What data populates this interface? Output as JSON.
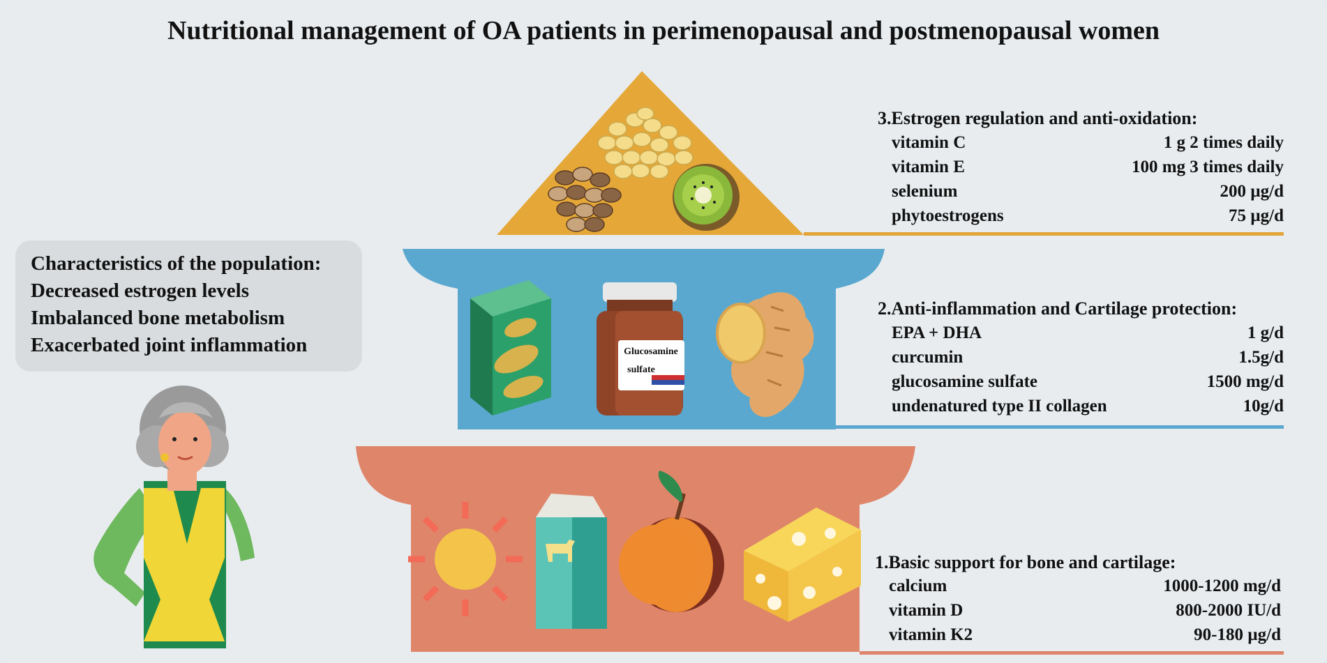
{
  "title": "Nutritional management of OA patients in perimenopausal and postmenopausal women",
  "population": {
    "heading": "Characteristics of the population",
    "items": [
      "Decreased estrogen levels",
      "Imbalanced bone metabolism",
      "Exacerbated joint inflammation"
    ]
  },
  "sections": [
    {
      "heading": "3.Estrogen regulation and anti-oxidation",
      "color": "#e3a43a",
      "rows": [
        {
          "name": "vitamin C",
          "dose": "1 g 2 times daily"
        },
        {
          "name": "vitamin E",
          "dose": "100 mg 3 times daily"
        },
        {
          "name": "selenium",
          "dose": "200 µg/d"
        },
        {
          "name": "phytoestrogens",
          "dose": "75 µg/d"
        }
      ]
    },
    {
      "heading": "2.Anti-inflammation and Cartilage protection",
      "color": "#5aa7cf",
      "rows": [
        {
          "name": "EPA + DHA",
          "dose": "1 g/d"
        },
        {
          "name": "curcumin",
          "dose": "1.5g/d"
        },
        {
          "name": "glucosamine sulfate",
          "dose": "1500 mg/d"
        },
        {
          "name": "undenatured type II collagen",
          "dose": "10g/d"
        }
      ]
    },
    {
      "heading": "1.Basic support for bone and cartilage",
      "color": "#de846a",
      "rows": [
        {
          "name": "calcium",
          "dose": "1000-1200 mg/d"
        },
        {
          "name": "vitamin D",
          "dose": "800-2000 IU/d"
        },
        {
          "name": "vitamin K2",
          "dose": "90-180 µg/d"
        }
      ]
    }
  ],
  "jar_label": {
    "line1": "Glucosamine",
    "line2": "sulfate"
  },
  "icons": [
    "soybeans-icon",
    "nuts-icon",
    "kiwi-icon",
    "fish-box-icon",
    "glucosamine-jar-icon",
    "ginger-icon",
    "sun-icon",
    "milk-carton-icon",
    "orange-icon",
    "cheese-icon",
    "woman-icon"
  ]
}
